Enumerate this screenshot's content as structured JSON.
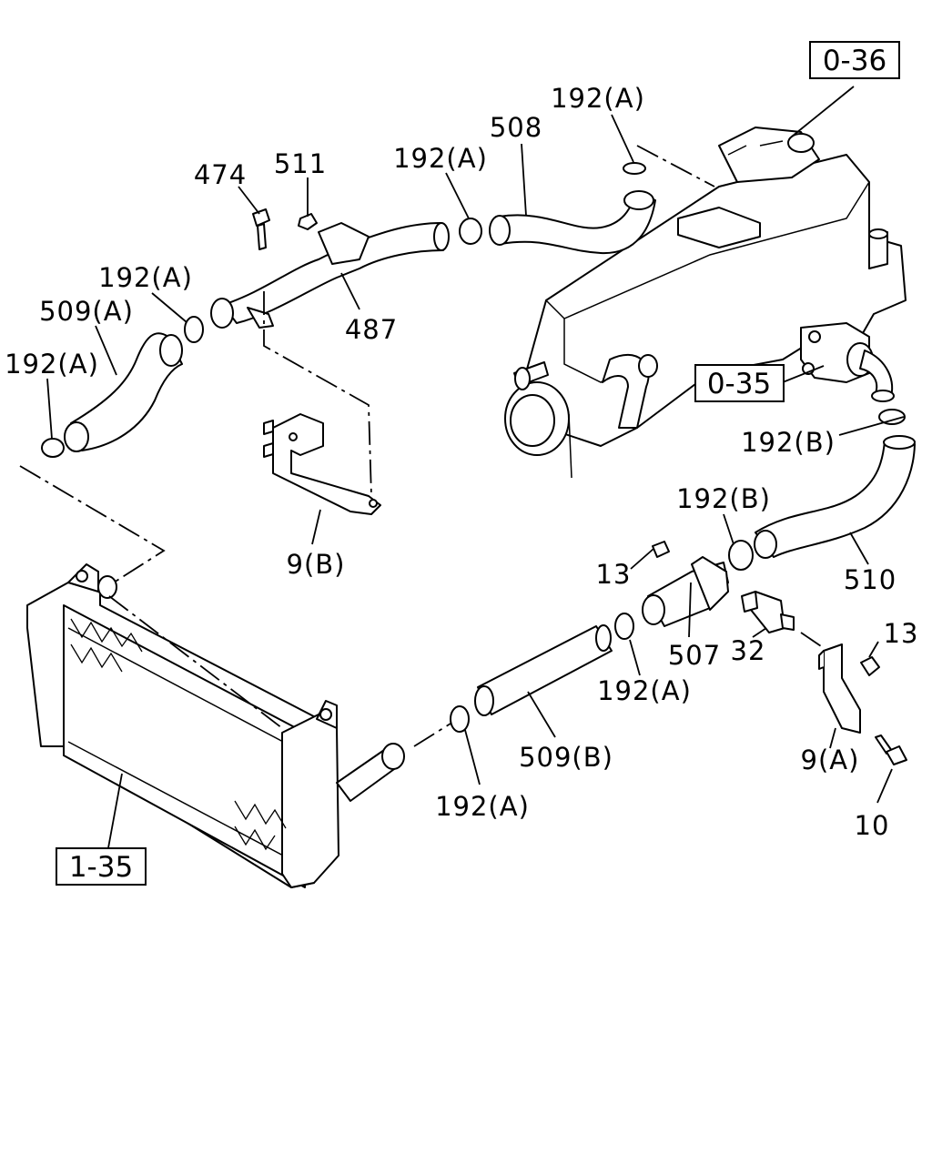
{
  "diagram": {
    "references": {
      "ref_0_36": "0-36",
      "ref_0_35": "0-35",
      "ref_1_35": "1-35"
    },
    "callouts": {
      "c_474": "474",
      "c_511": "511",
      "c_192a_top_mid": "192(A)",
      "c_508": "508",
      "c_192a_top_right": "192(A)",
      "c_192a_left_upper": "192(A)",
      "c_509a": "509(A)",
      "c_192a_left_lower": "192(A)",
      "c_487": "487",
      "c_9b": "9(B)",
      "c_192b_right": "192(B)",
      "c_192b_mid": "192(B)",
      "c_13_left": "13",
      "c_510": "510",
      "c_13_right": "13",
      "c_507": "507",
      "c_32": "32",
      "c_192a_mid_lower": "192(A)",
      "c_509b": "509(B)",
      "c_9a": "9(A)",
      "c_192a_bottom": "192(A)",
      "c_10": "10"
    }
  }
}
